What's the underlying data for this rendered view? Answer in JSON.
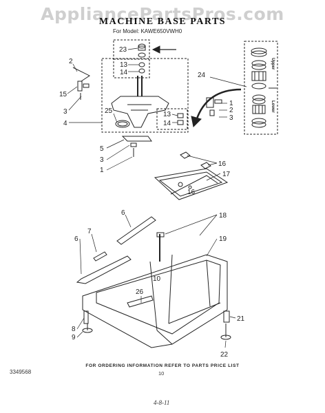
{
  "watermark": "AppliancePartsPros.com",
  "title": "MACHINE BASE PARTS",
  "model_line": "For Model: KAWE650VWH0",
  "labels": {
    "upper": "Upper",
    "lower": "Lower",
    "n1a": "1",
    "n1b": "1",
    "n2a": "2",
    "n2b": "2",
    "n3a": "3",
    "n3b": "3",
    "n3c": "3",
    "n4": "4",
    "n5": "5",
    "n6a": "6",
    "n6b": "6",
    "n7": "7",
    "n8": "8",
    "n9": "9",
    "n10": "10",
    "n13a": "13",
    "n13b": "13",
    "n14a": "14",
    "n14b": "14",
    "n15": "15",
    "n16a": "16",
    "n16b": "16",
    "n17": "17",
    "n18": "18",
    "n19": "19",
    "n21": "21",
    "n22": "22",
    "n23": "23",
    "n24": "24",
    "n25": "25",
    "n26": "26"
  },
  "footer": "FOR ORDERING INFORMATION REFER TO PARTS PRICE LIST",
  "doc_number": "3349568",
  "page_number": "10",
  "handwritten": "4-8-11"
}
